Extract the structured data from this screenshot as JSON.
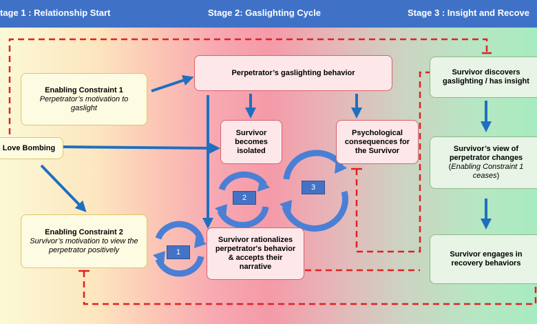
{
  "header": {
    "stage1": "tage 1 : Relationship Start",
    "stage2": "Stage 2: Gaslighting Cycle",
    "stage3": "Stage 3 : Insight and Recove"
  },
  "boxes": {
    "ec1_title": "Enabling Constraint 1",
    "ec1_sub": "Perpetrator’s motivation to gaslight",
    "love_bombing": "Love Bombing",
    "ec2_title": "Enabling Constraint 2",
    "ec2_sub": "Survivor’s motivation to view the perpetrator positively",
    "perp_behavior": "Perpetrator’s gaslighting behavior",
    "isolated": "Survivor becomes isolated",
    "psych": "Psychological consequences for the Survivor",
    "rationalizes": "Survivor rationalizes perpetrator's behavior & accepts their narrative",
    "discovers": "Survivor discovers gaslighting / has insight",
    "view_title": "Survivor’s view of perpetrator changes",
    "view_sub_open": "(",
    "view_sub": "Enabling Constraint 1 ceases",
    "view_sub_close": ")",
    "recovery": "Survivor engages in recovery behaviors"
  },
  "cycles": {
    "c1": "1",
    "c2": "2",
    "c3": "3"
  },
  "colors": {
    "header": "#3f72c7",
    "arrow": "#1f6fc0",
    "inhibit": "#e02020"
  }
}
